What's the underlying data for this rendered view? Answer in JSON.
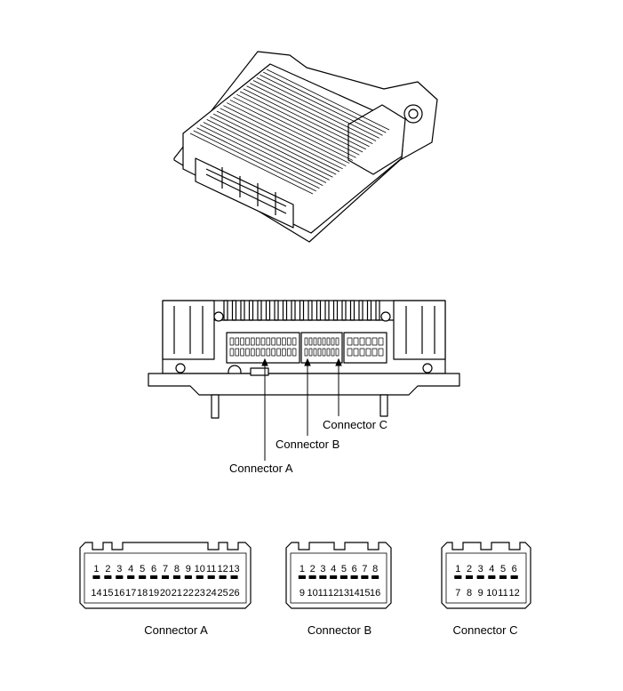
{
  "callouts": {
    "connector_a": "Connector A",
    "connector_b": "Connector B",
    "connector_c": "Connector C"
  },
  "connector_a": {
    "label": "Connector A",
    "top_pins": [
      "1",
      "2",
      "3",
      "4",
      "5",
      "6",
      "7",
      "8",
      "9",
      "10",
      "11",
      "12",
      "13"
    ],
    "bottom_pins": [
      "14",
      "15",
      "16",
      "17",
      "18",
      "19",
      "20",
      "21",
      "22",
      "23",
      "24",
      "25",
      "26"
    ]
  },
  "connector_b": {
    "label": "Connector B",
    "top_pins": [
      "1",
      "2",
      "3",
      "4",
      "5",
      "6",
      "7",
      "8"
    ],
    "bottom_pins": [
      "9",
      "10",
      "11",
      "12",
      "13",
      "14",
      "15",
      "16"
    ]
  },
  "connector_c": {
    "label": "Connector C",
    "top_pins": [
      "1",
      "2",
      "3",
      "4",
      "5",
      "6"
    ],
    "bottom_pins": [
      "7",
      "8",
      "9",
      "10",
      "11",
      "12"
    ]
  }
}
